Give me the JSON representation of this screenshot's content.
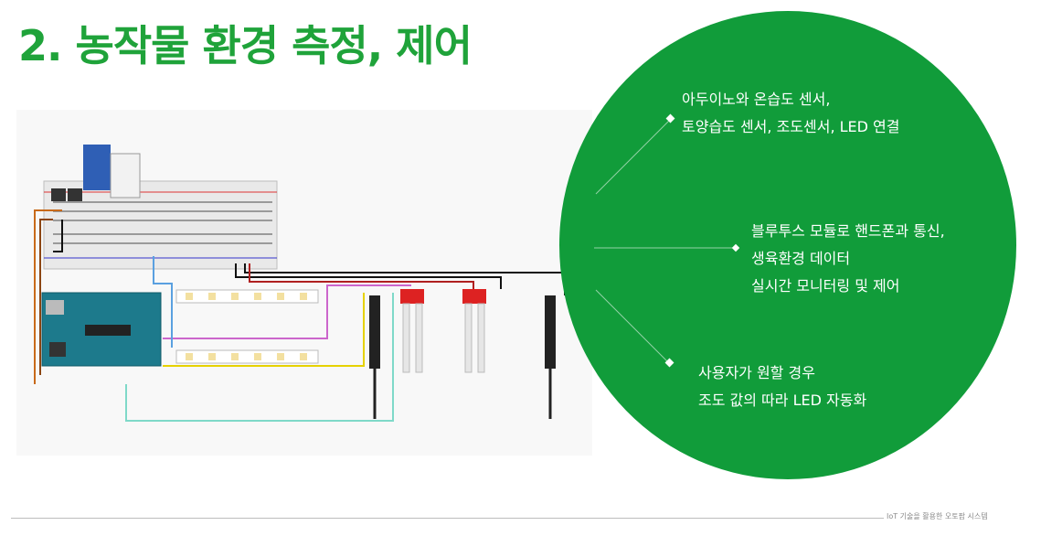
{
  "slide": {
    "title": "2. 농작물 환경 측정, 제어",
    "bullets": [
      {
        "lines": [
          "아두이노와 온습도 센서,",
          "토양습도 센서,  조도센서, LED 연결"
        ]
      },
      {
        "lines": [
          "블루투스 모듈로 핸드폰과 통신,",
          "생육환경 데이터",
          "실시간 모니터링 및 제어"
        ]
      },
      {
        "lines": [
          "사용자가 원할 경우",
          "조도 값의 따라 LED 자동화"
        ]
      }
    ],
    "footer": "IoT 기술을 활용한 오토팜 시스템",
    "colors": {
      "title": "#1fa33a",
      "circle": "#119c3a"
    }
  }
}
